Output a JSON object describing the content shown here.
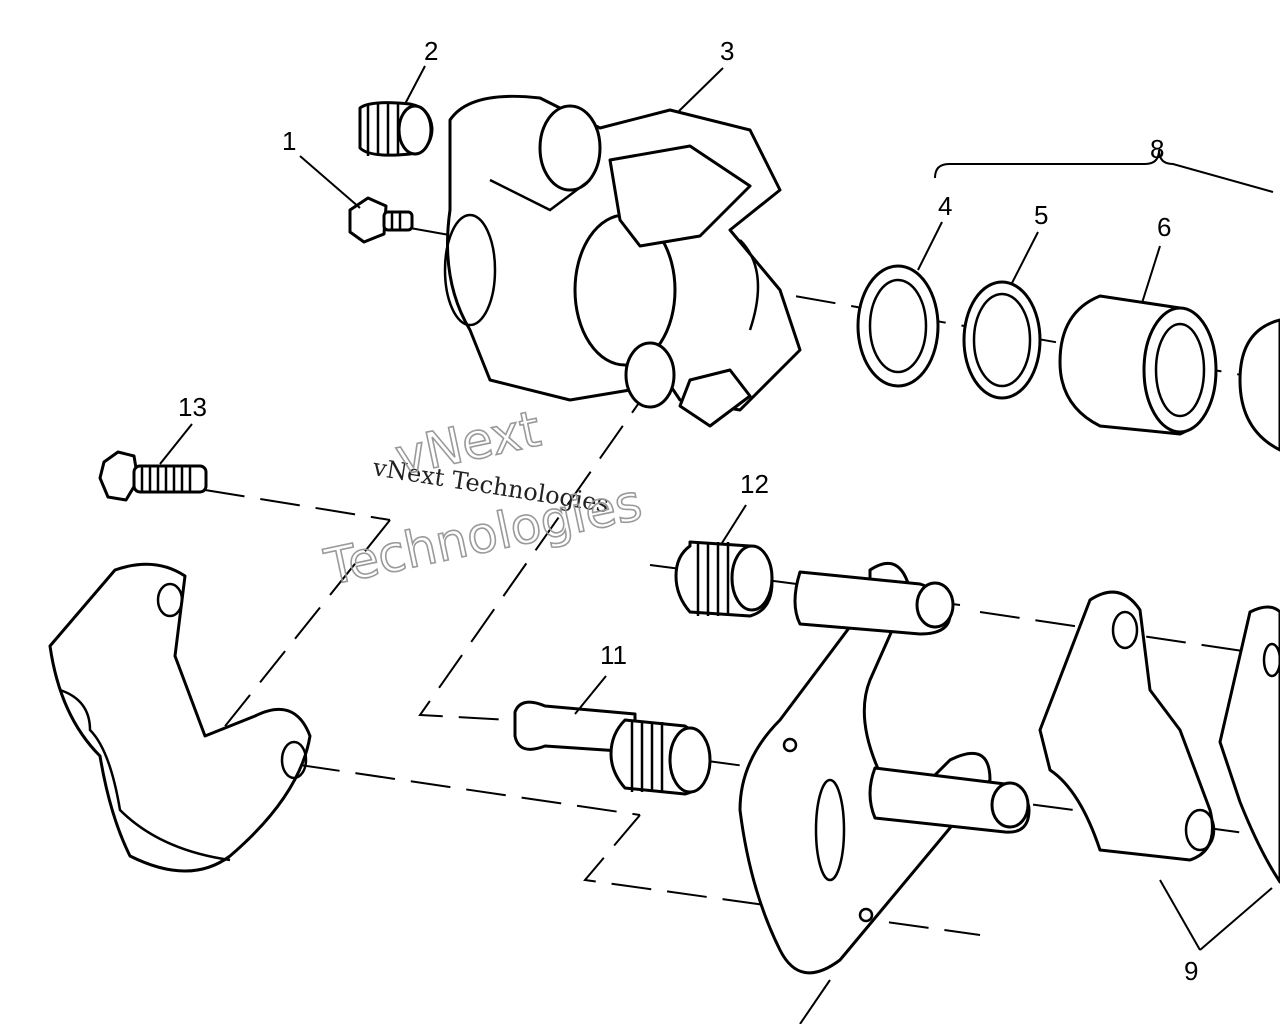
{
  "callouts": {
    "c1": "1",
    "c2": "2",
    "c3": "3",
    "c4": "4",
    "c5": "5",
    "c6": "6",
    "c8": "8",
    "c9": "9",
    "c11": "11",
    "c12": "12",
    "c13": "13"
  },
  "watermark": {
    "line_small": "vNext Technologies",
    "line_large_1": "vNext",
    "line_large_2": "Technologies"
  },
  "colors": {
    "line": "#000000",
    "background": "#ffffff",
    "watermark": "#9a9a9a"
  }
}
